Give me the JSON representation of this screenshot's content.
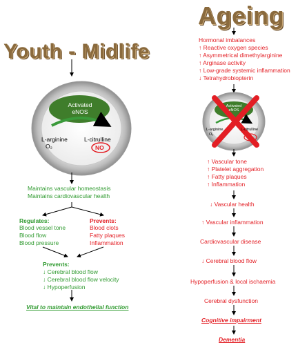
{
  "titles": {
    "youth": "Youth - Midlife",
    "ageing": "Ageing"
  },
  "left": {
    "enos": "Activated\neNOS",
    "l_arginine": "L-arginine",
    "o2": "O₂",
    "l_citrulline": "L-citrulline",
    "no": "NO",
    "maintains": [
      "Maintains vascular homeostasis",
      "Maintains cardiovascular health"
    ],
    "regulates_title": "Regulates:",
    "regulates": [
      "Blood vessel tone",
      "Blood flow",
      "Blood pressure"
    ],
    "prevents_title": "Prevents:",
    "prevents": [
      "Blood clots",
      "Fatty plaques",
      "Inflammation"
    ],
    "prevents2_title": "Prevents:",
    "prevents2": [
      "↓ Cerebral blood flow",
      "↓ Cerebral blood flow velocity",
      "↓ Hypoperfusion"
    ],
    "conclusion": "Vital to maintain endothelial function"
  },
  "right": {
    "hormonal": [
      "Hormonal imbalances",
      "↑ Reactive oxygen species",
      "↑ Asymmetrical dimethylarginine",
      "↑ Arginase activity",
      "↑ Low-grade systemic inflammation",
      "↓ Tetrahydrobiopterin"
    ],
    "enos": "Activated\neNOS",
    "l_arginine": "L-arginine",
    "o2": "O₂",
    "l_citrulline": "L-citrulline",
    "vascular": [
      "↑ Vascular tone",
      "↑ Platelet aggregation",
      "↑ Fatty plaques",
      "↑ Inflammation"
    ],
    "steps": [
      "↓ Vascular health",
      "↑ Vascular inflammation",
      "Cardiovascular disease",
      "↓ Cerebral blood flow",
      "Hypoperfusion & local ischaemia",
      "Cerebral dysfunction"
    ],
    "cognitive": "Cognitive impairment",
    "dementia": "Dementia"
  },
  "colors": {
    "red": "#e31e24",
    "green": "#2f9a2f",
    "enos": "#3f7d2b"
  }
}
